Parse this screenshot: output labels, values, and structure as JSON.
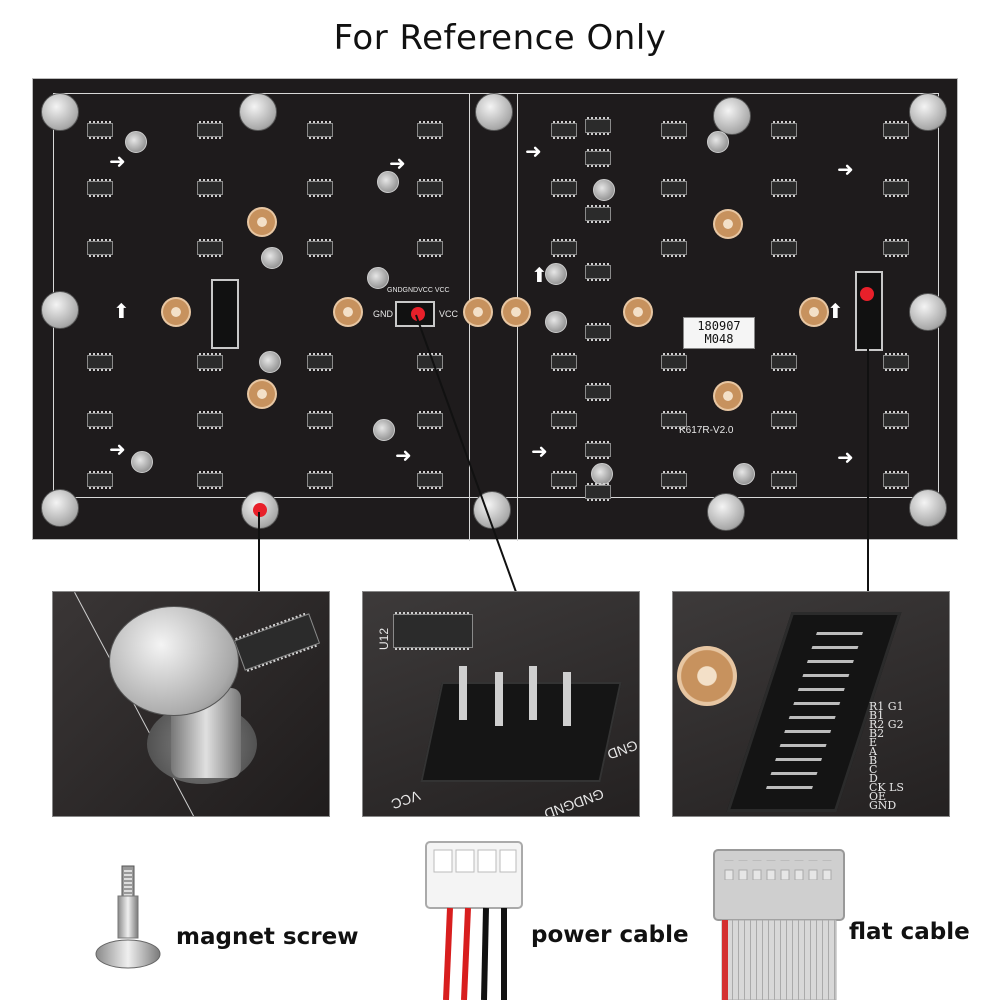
{
  "header": {
    "title": "For Reference Only"
  },
  "board": {
    "label_date": "180907",
    "label_code": "M048",
    "model_text": "K617R-V2.0",
    "gnd_text": "GND",
    "vcc_text": "VCC",
    "connector_header": "GNDGNDVCC VCC"
  },
  "panels": {
    "power_gnd_text": "GND",
    "power_vcc_text": "VCC",
    "power_header_text": "GNDGND",
    "power_chip_text": "U12",
    "flat_pin_labels": [
      "R1 G1",
      "B1",
      "R2 G2",
      "B2",
      "E",
      "A",
      "B",
      "C",
      "D",
      "CK LS",
      "OE",
      "GND"
    ]
  },
  "items": {
    "magnet_screw": "magnet screw",
    "power_cable": "power cable",
    "flat_cable": "flat cable"
  },
  "colors": {
    "board": "#1e1b1c",
    "pointer_dot": "#e8202a",
    "pad_copper": "#c7925e"
  }
}
